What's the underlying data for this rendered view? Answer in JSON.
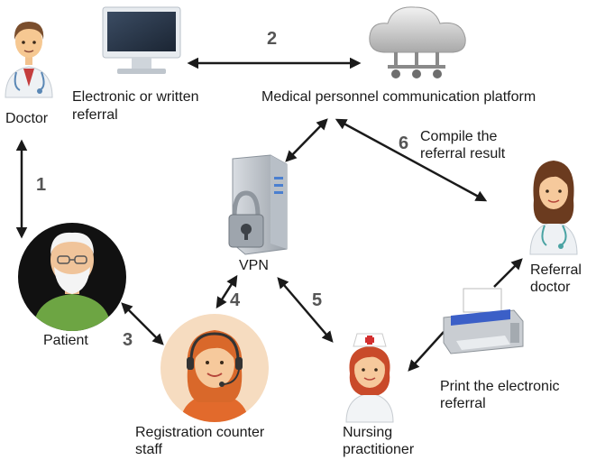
{
  "colors": {
    "arrow": "#1a1a1a",
    "step_number": "#555555",
    "patient_circle": "#111111",
    "staff_circle": "#f6dcc0"
  },
  "icons": {
    "doctor": "male-doctor-icon",
    "monitor": "monitor-icon",
    "cloud": "cloud-server-icon",
    "server": "vpn-server-lock-icon",
    "patient": "elderly-patient-icon",
    "staff": "receptionist-headset-icon",
    "nurse": "nurse-icon",
    "referral_doctor": "female-doctor-icon",
    "printer": "printer-icon"
  },
  "labels": {
    "doctor": "Doctor",
    "referral_line1": "Electronic or written",
    "referral_line2": "referral",
    "platform": "Medical personnel communication platform",
    "compile_line1": "Compile the",
    "compile_line2": "referral result",
    "vpn": "VPN",
    "patient": "Patient",
    "referral_doctor_line1": "Referral",
    "referral_doctor_line2": "doctor",
    "staff_line1": "Registration counter",
    "staff_line2": "staff",
    "nurse_line1": "Nursing",
    "nurse_line2": "practitioner",
    "print_line1": "Print the electronic",
    "print_line2": "referral"
  },
  "steps": [
    "1",
    "2",
    "3",
    "4",
    "5",
    "6"
  ]
}
